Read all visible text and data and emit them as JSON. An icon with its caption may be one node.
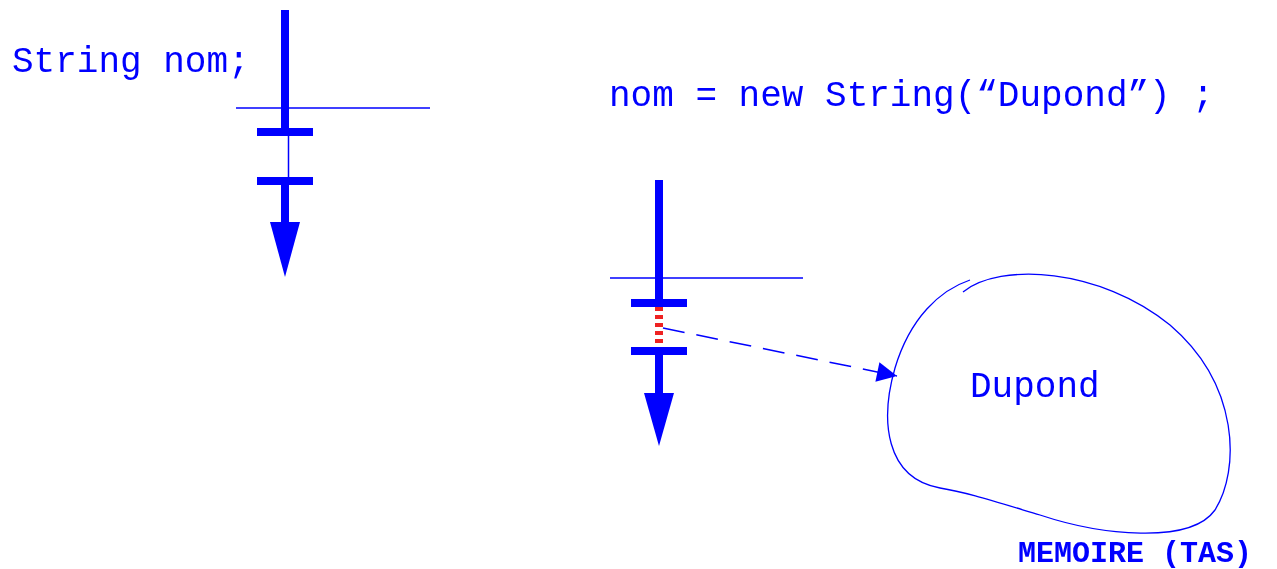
{
  "diagram": {
    "nodes": [
      {
        "text": [],
        "shape": "box"
      },
      {
        "text": [],
        "shape": "box"
      },
      {
        "text": [
          "Dupond"
        ]
      }
    ],
    "edges": [
      {
        "from": 1,
        "to": 2,
        "arrow": "to",
        "style": "dashed"
      }
    ],
    "labels": [
      "String nom;",
      "nom = new String(“Dupond”) ;",
      "MEMOIRE (TAS)"
    ]
  }
}
